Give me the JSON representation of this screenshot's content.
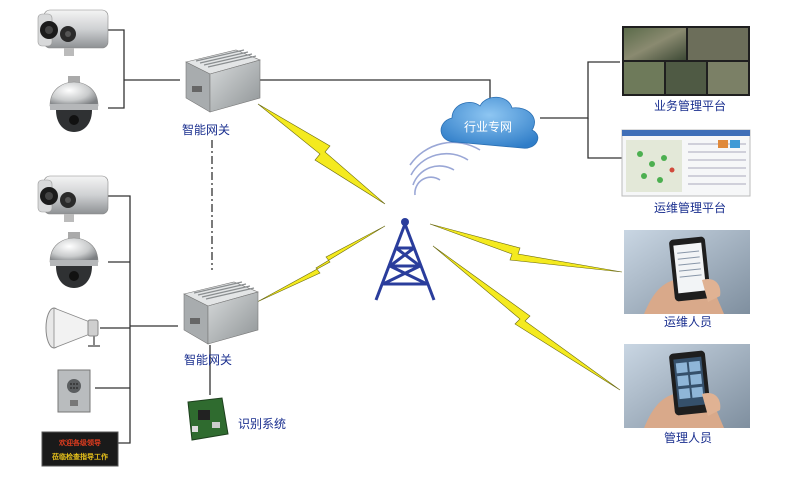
{
  "labels": {
    "gateway_top": "智能网关",
    "gateway_bottom": "智能网关",
    "recognition": "识别系统",
    "cloud": "行业专网",
    "business_platform": "业务管理平台",
    "ops_platform": "运维管理平台",
    "ops_staff": "运维人员",
    "manager_staff": "管理人员"
  },
  "led_sign": {
    "line1": "欢迎各级领导",
    "line2": "莅临检查指导工作"
  },
  "icons": {
    "bullet_camera": "bullet-camera-icon",
    "dome_camera": "dome-camera-icon",
    "horn_speaker": "horn-speaker-icon",
    "intercom": "intercom-panel-icon",
    "gateway": "gateway-device-icon",
    "tower": "radio-tower-icon",
    "cloud": "cloud-icon",
    "circuit_board": "circuit-board-icon",
    "phone_hand": "phone-in-hand-icon"
  },
  "colors": {
    "label_blue": "#1a2f8f",
    "lightning_yellow": "#f4ea1f",
    "tower_blue": "#2a3d9c",
    "cloud_blue": "#3f8ed8",
    "line": "#333333"
  }
}
